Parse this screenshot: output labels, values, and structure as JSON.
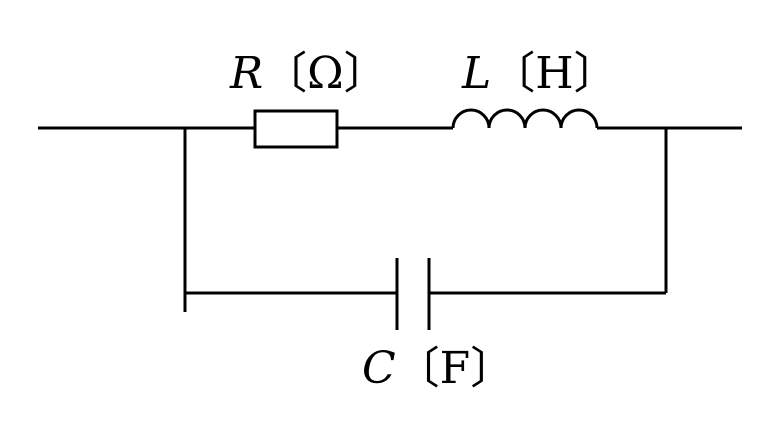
{
  "components": {
    "resistor": {
      "symbol": "R",
      "unit": "〔Ω〕"
    },
    "inductor": {
      "symbol": "L",
      "unit": "〔H〕"
    },
    "capacitor": {
      "symbol": "C",
      "unit": "〔F〕"
    }
  },
  "colors": {
    "line": "#000000",
    "background": "#ffffff"
  }
}
